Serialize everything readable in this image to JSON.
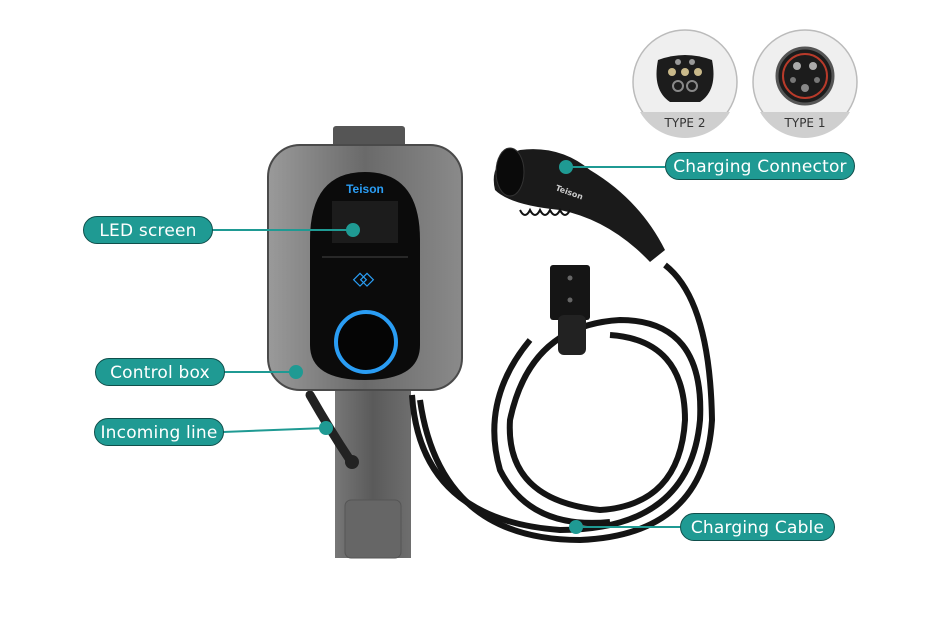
{
  "brand": "Teison",
  "connector_types": [
    {
      "label": "TYPE 2"
    },
    {
      "label": "TYPE 1"
    }
  ],
  "callouts": {
    "led_screen": "LED  screen",
    "control_box": "Control box",
    "incoming_line": "Incoming line",
    "charging_connector": "Charging Connector",
    "charging_cable": "Charging Cable"
  },
  "colors": {
    "callout_fill": "#1f9a93",
    "callout_border": "#0f4f4b",
    "ring_glow": "#2a9df4"
  }
}
